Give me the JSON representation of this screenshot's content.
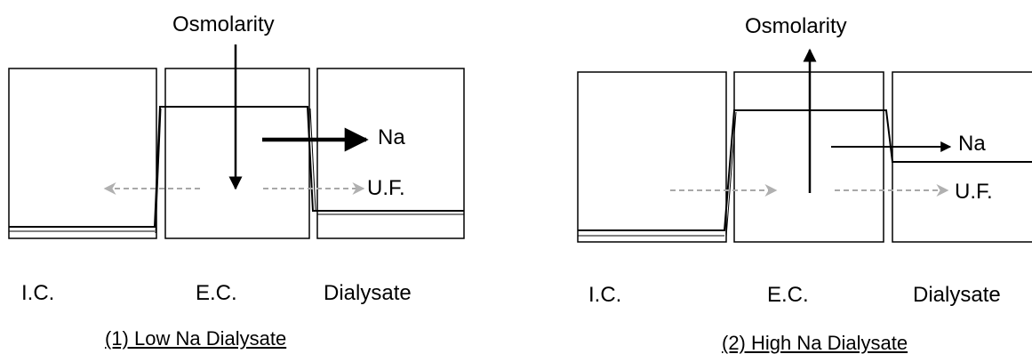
{
  "panel1": {
    "osmolarity_label": "Osmolarity",
    "na_label": "Na",
    "uf_label": "U.F.",
    "compartments": [
      "I.C.",
      "E.C.",
      "Dialysate"
    ],
    "caption": "(1) Low Na Dialysate"
  },
  "panel2": {
    "osmolarity_label": "Osmolarity",
    "na_label": "Na",
    "uf_label": "U.F.",
    "compartments": [
      "I.C.",
      "E.C.",
      "Dialysate"
    ],
    "caption": "(2) High Na Dialysate"
  },
  "colors": {
    "line": "#000000",
    "dashed_arrow": "#9a9a9a"
  }
}
